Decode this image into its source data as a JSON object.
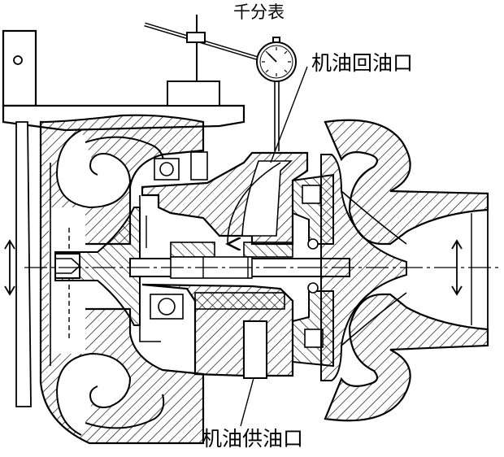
{
  "labels": {
    "dial_indicator": "千分表",
    "oil_return_port": "机油回油口",
    "oil_supply_port": "机油供油口"
  },
  "icons": {
    "dial_indicator": "dial-gauge-icon",
    "axial_play_arrows": "double-arrow-icon"
  },
  "colors": {
    "line": "#000000",
    "background": "#ffffff"
  }
}
